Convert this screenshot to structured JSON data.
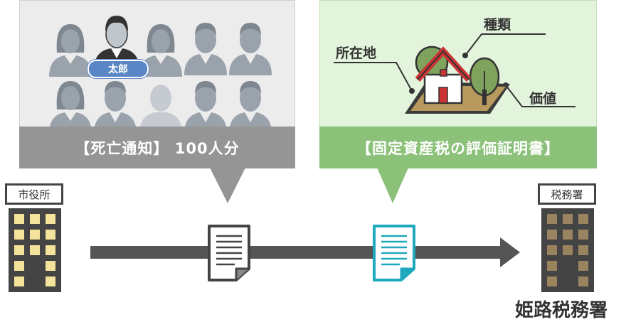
{
  "people_panel": {
    "caption": "【死亡通知】 100人分",
    "highlight_name": "太郎"
  },
  "property_panel": {
    "caption": "【固定資産税の評価証明書】",
    "labels": {
      "location": "所在地",
      "kind": "種類",
      "value": "価値"
    }
  },
  "city_hall": {
    "sign": "市役所"
  },
  "tax_office": {
    "sign": "税務署",
    "name": "姫路税務署"
  },
  "colors": {
    "gray_panel": "#ececec",
    "gray_bar": "#959595",
    "green_panel": "#e3f4dc",
    "green_bar": "#8cc17a",
    "city_building": "#f4e39a",
    "tax_building": "#9a8460",
    "arrow": "#555555",
    "doc_teal": "#1ea9bd",
    "roof_red": "#cc3333"
  }
}
